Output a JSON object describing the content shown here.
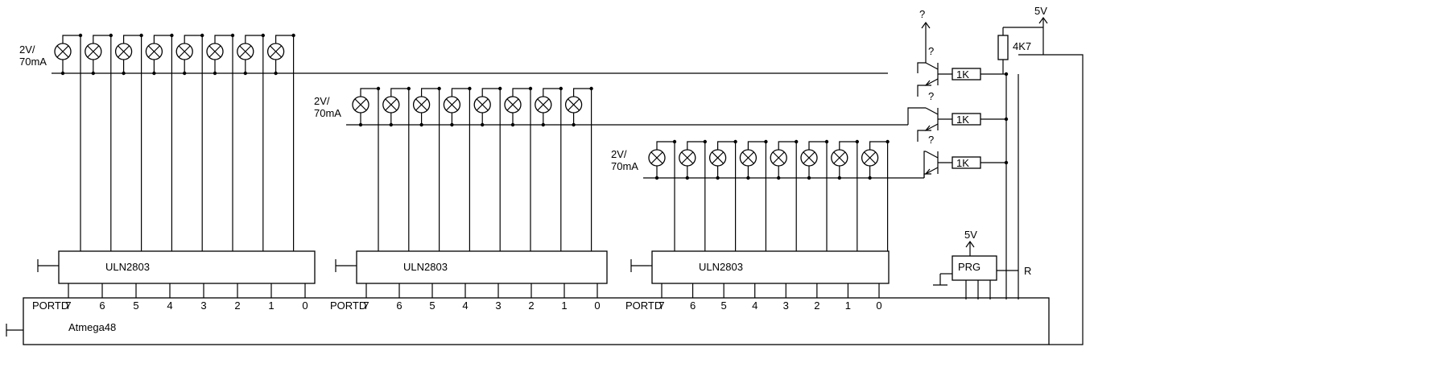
{
  "lamp_supply_label": [
    "2V/",
    "70mA"
  ],
  "driver_chip_label": "ULN2803",
  "mcu_label": "Atmega48",
  "port_label": "PORTD",
  "port_pins": [
    "7",
    "6",
    "5",
    "4",
    "3",
    "2",
    "1",
    "0"
  ],
  "supply_label": "5V",
  "unknown_label": "?",
  "pullup_resistor_label": "4K7",
  "base_resistor_label": "1K",
  "programmer_label": "PRG",
  "reset_label": "R"
}
